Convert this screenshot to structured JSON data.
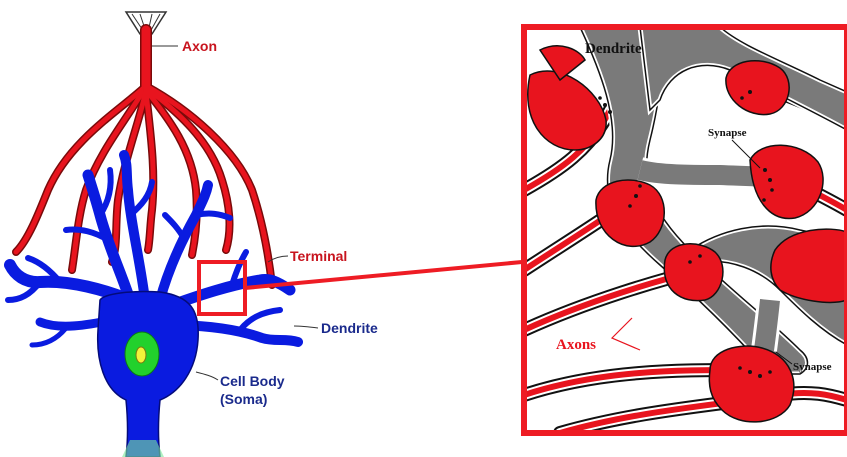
{
  "neuron_labels": {
    "axon": "Axon",
    "terminal": "Terminal",
    "dendrite": "Dendrite",
    "cell_body_line1": "Cell Body",
    "cell_body_line2": "(Soma)"
  },
  "inset_labels": {
    "dendrite": "Dendrite",
    "synapse_top": "Synapse",
    "synapse_bottom": "Synapse",
    "axons": "Axons"
  },
  "colors": {
    "axon_red": "#e8141e",
    "axon_outline": "#7a0a0a",
    "dendrite_blue": "#0a1be0",
    "soma_blue": "#0a1be0",
    "nucleus_green": "#22d12c",
    "nucleolus_yellow": "#f3f33a",
    "inset_gray": "#7a7a7a",
    "highlight_red": "#ee1c24",
    "label_red": "#c8141e",
    "label_navy": "#1a2a8c"
  }
}
